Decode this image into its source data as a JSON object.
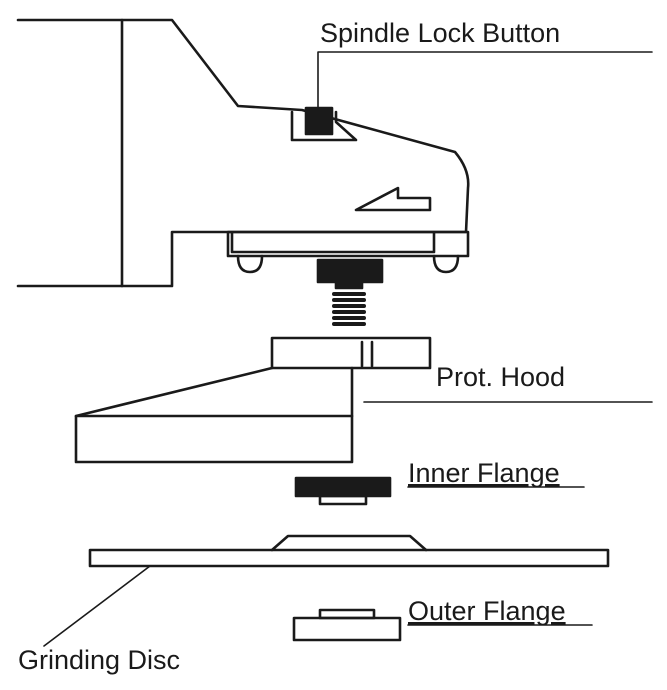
{
  "labels": {
    "spindle_lock_button": "Spindle Lock Button",
    "prot_hood": "Prot. Hood",
    "inner_flange": "Inner Flange",
    "outer_flange": "Outer Flange",
    "grinding_disc": "Grinding Disc"
  },
  "underlined_labels": [
    "inner_flange",
    "outer_flange"
  ],
  "colors": {
    "line": "#1a1a1a",
    "background": "#ffffff"
  }
}
